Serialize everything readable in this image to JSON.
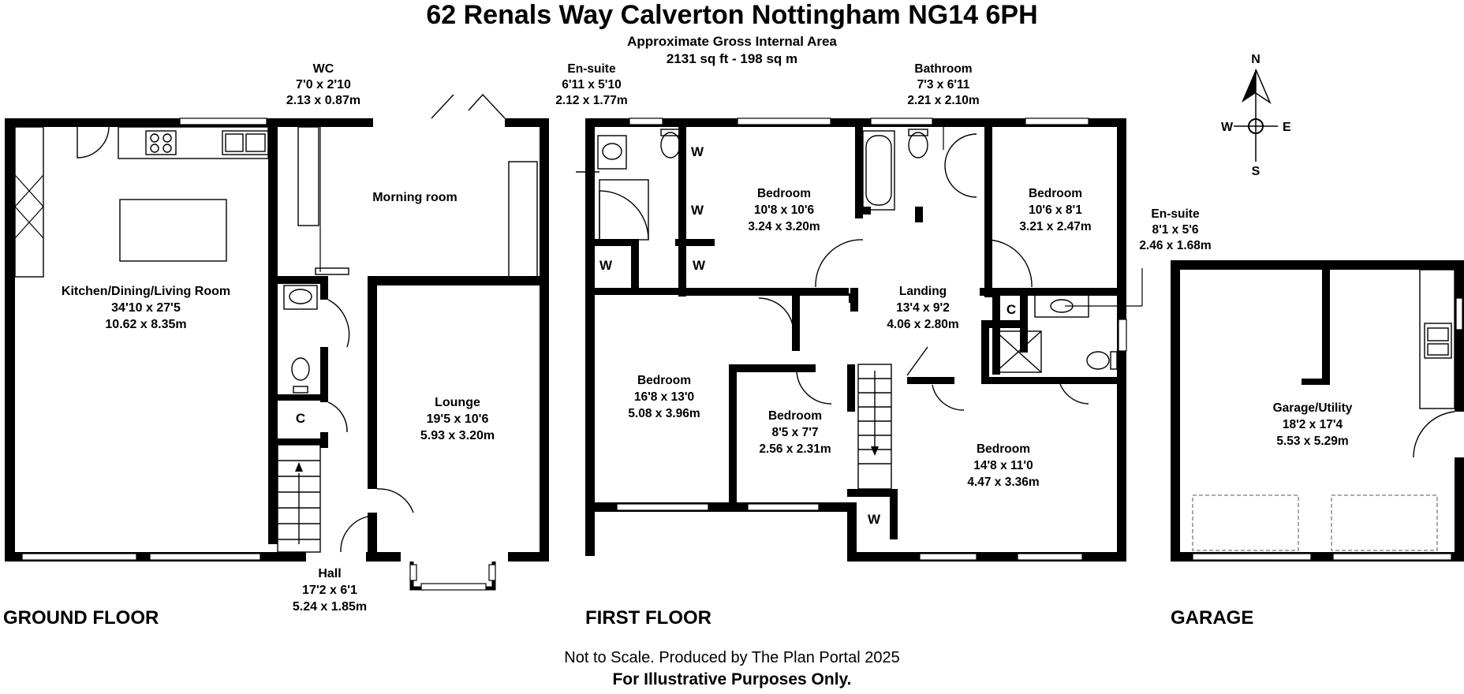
{
  "header": {
    "address": "62 Renals Way Calverton Nottingham NG14 6PH",
    "area_label": "Approximate Gross Internal Area",
    "area_value": "2131 sq ft - 198 sq m"
  },
  "footer": {
    "line1": "Not to Scale. Produced by The Plan Portal 2025",
    "line2": "For Illustrative Purposes Only."
  },
  "compass": {
    "n": "N",
    "s": "S",
    "e": "E",
    "w": "W"
  },
  "floors": {
    "ground": "GROUND FLOOR",
    "first": "FIRST FLOOR",
    "garage": "GARAGE"
  },
  "rooms": {
    "wc": {
      "name": "WC",
      "imperial": "7'0 x 2'10",
      "metric": "2.13 x 0.87m"
    },
    "kitchen": {
      "name": "Kitchen/Dining/Living Room",
      "imperial": "34'10 x 27'5",
      "metric": "10.62 x 8.35m"
    },
    "morning": {
      "name": "Morning room"
    },
    "lounge": {
      "name": "Lounge",
      "imperial": "19'5 x 10'6",
      "metric": "5.93 x 3.20m"
    },
    "hall": {
      "name": "Hall",
      "imperial": "17'2 x 6'1",
      "metric": "5.24 x 1.85m"
    },
    "ensuite1": {
      "name": "En-suite",
      "imperial": "6'11 x 5'10",
      "metric": "2.12 x 1.77m"
    },
    "bathroom": {
      "name": "Bathroom",
      "imperial": "7'3 x 6'11",
      "metric": "2.21 x 2.10m"
    },
    "bed1": {
      "name": "Bedroom",
      "imperial": "10'8 x 10'6",
      "metric": "3.24 x 3.20m"
    },
    "bed2": {
      "name": "Bedroom",
      "imperial": "10'6 x 8'1",
      "metric": "3.21 x 2.47m"
    },
    "ensuite2": {
      "name": "En-suite",
      "imperial": "8'1 x 5'6",
      "metric": "2.46 x 1.68m"
    },
    "landing": {
      "name": "Landing",
      "imperial": "13'4 x 9'2",
      "metric": "4.06 x 2.80m"
    },
    "bed3": {
      "name": "Bedroom",
      "imperial": "16'8 x 13'0",
      "metric": "5.08 x 3.96m"
    },
    "bed4": {
      "name": "Bedroom",
      "imperial": "8'5 x 7'7",
      "metric": "2.56 x 2.31m"
    },
    "bed5": {
      "name": "Bedroom",
      "imperial": "14'8 x 11'0",
      "metric": "4.47 x 3.36m"
    },
    "garage": {
      "name": "Garage/Utility",
      "imperial": "18'2 x 17'4",
      "metric": "5.53 x 5.29m"
    }
  },
  "markers": {
    "wardrobe": "W",
    "cupboard": "C"
  }
}
